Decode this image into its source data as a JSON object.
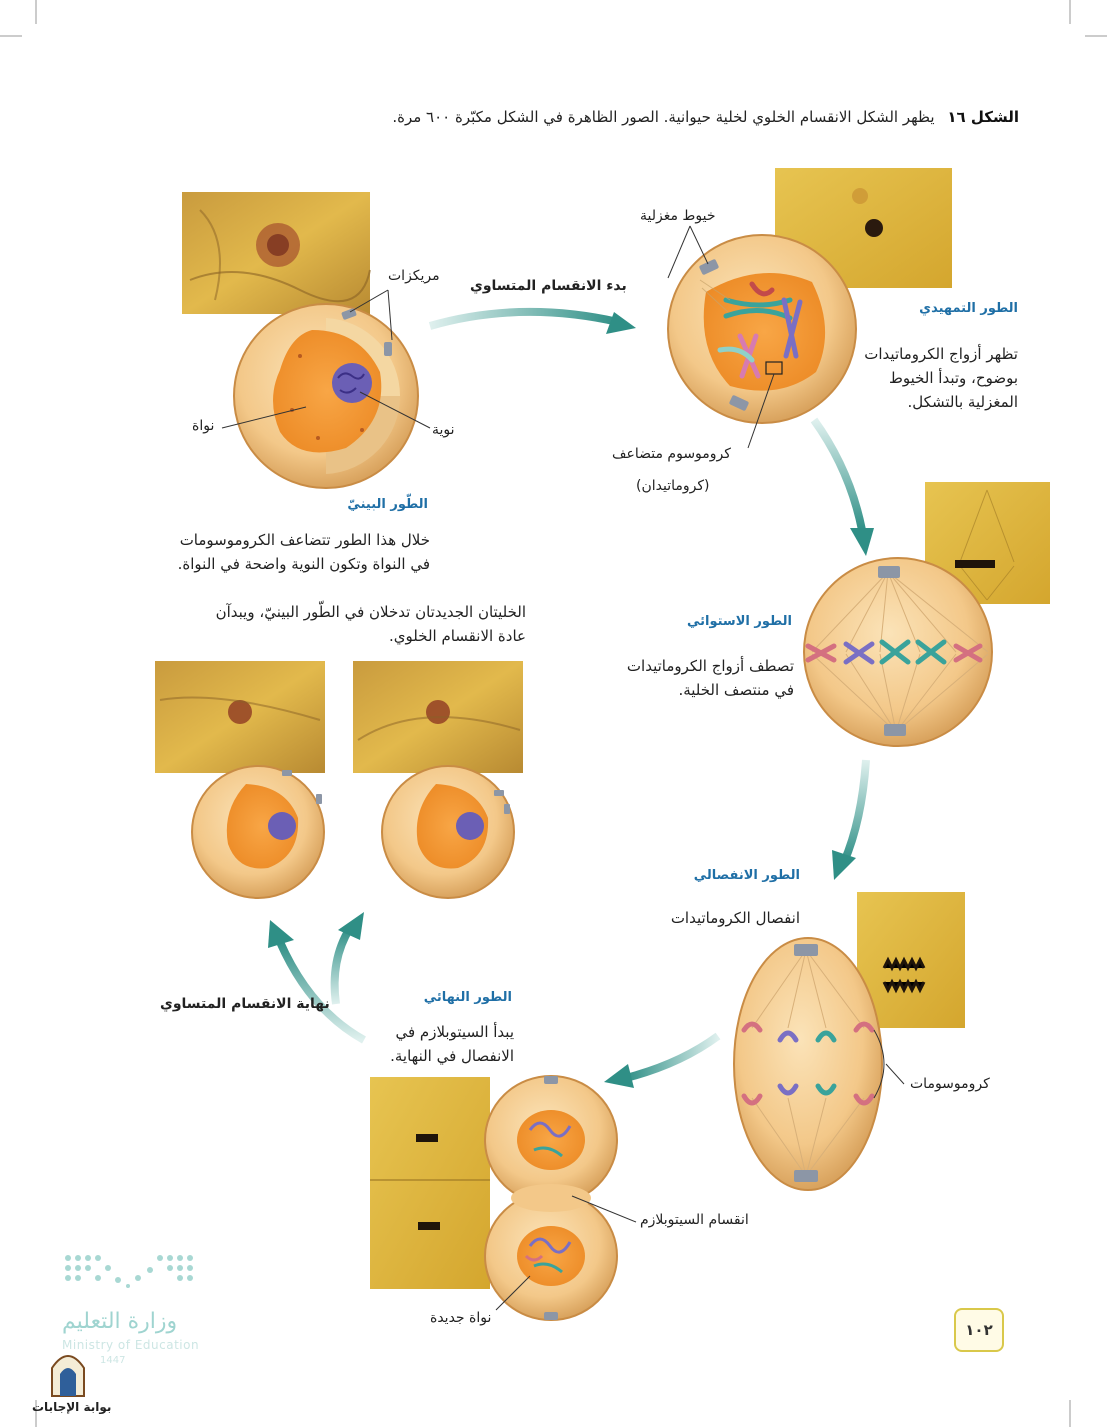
{
  "caption": {
    "figure_label": "الشكل ١٦",
    "text": "يظهر الشكل الانقسام الخلوي لخلية حيوانية. الصور الظاهرة في الشكل مكبّرة ٦٠٠ مرة."
  },
  "interphase": {
    "title": "الطّور البينيّ",
    "description": "خلال هذا الطور تتضاعف الكروموسومات في النواة وتكون النوية واضحة في النواة.",
    "labels": {
      "centrioles": "مريكزات",
      "nucleus": "نواة",
      "nucleolus": "نوية"
    }
  },
  "arrows": {
    "mitosis_start": "بدء الانقسام المتساوي",
    "mitosis_end": "نهاية الانقسام المتساوي"
  },
  "prophase": {
    "title": "الطور التمهيدي",
    "description": "تظهر أزواج الكروماتيدات بوضوح، وتبدأ الخيوط المغزلية بالتشكل.",
    "labels": {
      "spindle": "خيوط مغزلية",
      "duplicated_chromosome": "كروموسوم متضاعف",
      "chromatids": "(كروماتيدان)"
    }
  },
  "metaphase": {
    "title": "الطور الاستوائي",
    "description": "تصطف أزواج الكروماتيدات في منتصف الخلية."
  },
  "anaphase": {
    "title": "الطور الانفصالي",
    "description": "انفصال الكروماتيدات",
    "labels": {
      "chromosomes": "كروموسومات"
    }
  },
  "telophase": {
    "title": "الطور النهائي",
    "description": "يبدأ السيتوبلازم في الانفصال في النهاية.",
    "labels": {
      "cytoplasm_division": "انقسام السيتوبلازم",
      "new_nucleus": "نواة جديدة"
    }
  },
  "daughter_cells": {
    "description": "الخليتان الجديدتان تدخلان في الطّور البينيّ، ويبدآن عادة الانقسام الخلوي."
  },
  "page_number": "١٠٢",
  "footer": {
    "ministry_ar": "وزارة التعليم",
    "ministry_en": "Ministry of Education",
    "year": "1447",
    "portal": "بوابة الإجابات"
  },
  "colors": {
    "title_blue": "#1f6fa6",
    "arrow_teal": "#2f8f86",
    "cell_orange": "#f0a640",
    "micro_yellow": "#d9b235"
  }
}
